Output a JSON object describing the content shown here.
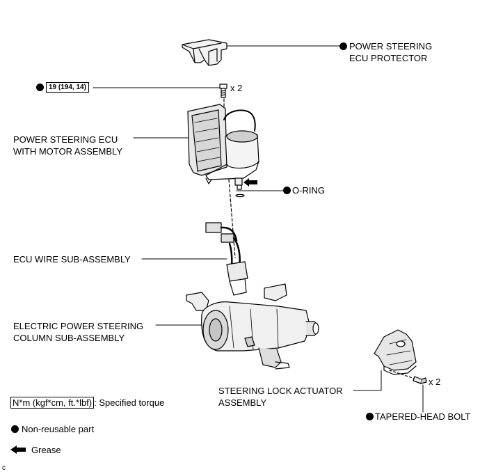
{
  "labels": {
    "protector_line1": "POWER STEERING",
    "protector_line2": "ECU PROTECTOR",
    "ecu_line1": "POWER STEERING ECU",
    "ecu_line2": "WITH MOTOR ASSEMBLY",
    "oring": "O-RING",
    "wire": "ECU WIRE SUB-ASSEMBLY",
    "column_line1": "ELECTRIC POWER STEERING",
    "column_line2": "COLUMN SUB-ASSEMBLY",
    "lock_line1": "STEERING LOCK ACTUATOR",
    "lock_line2": "ASSEMBLY",
    "tapered_bolt": "TAPERED-HEAD BOLT"
  },
  "torque": {
    "value": "19 (194, 14)",
    "qty": "x 2"
  },
  "lock_bolt_qty": "x 2",
  "legend": {
    "torque_unit": "N*m (kgf*cm, ft.*lbf)",
    "torque_desc": ": Specified torque",
    "nonreusable": "Non-reusable part",
    "grease": "Grease"
  },
  "corner_mark": "c"
}
